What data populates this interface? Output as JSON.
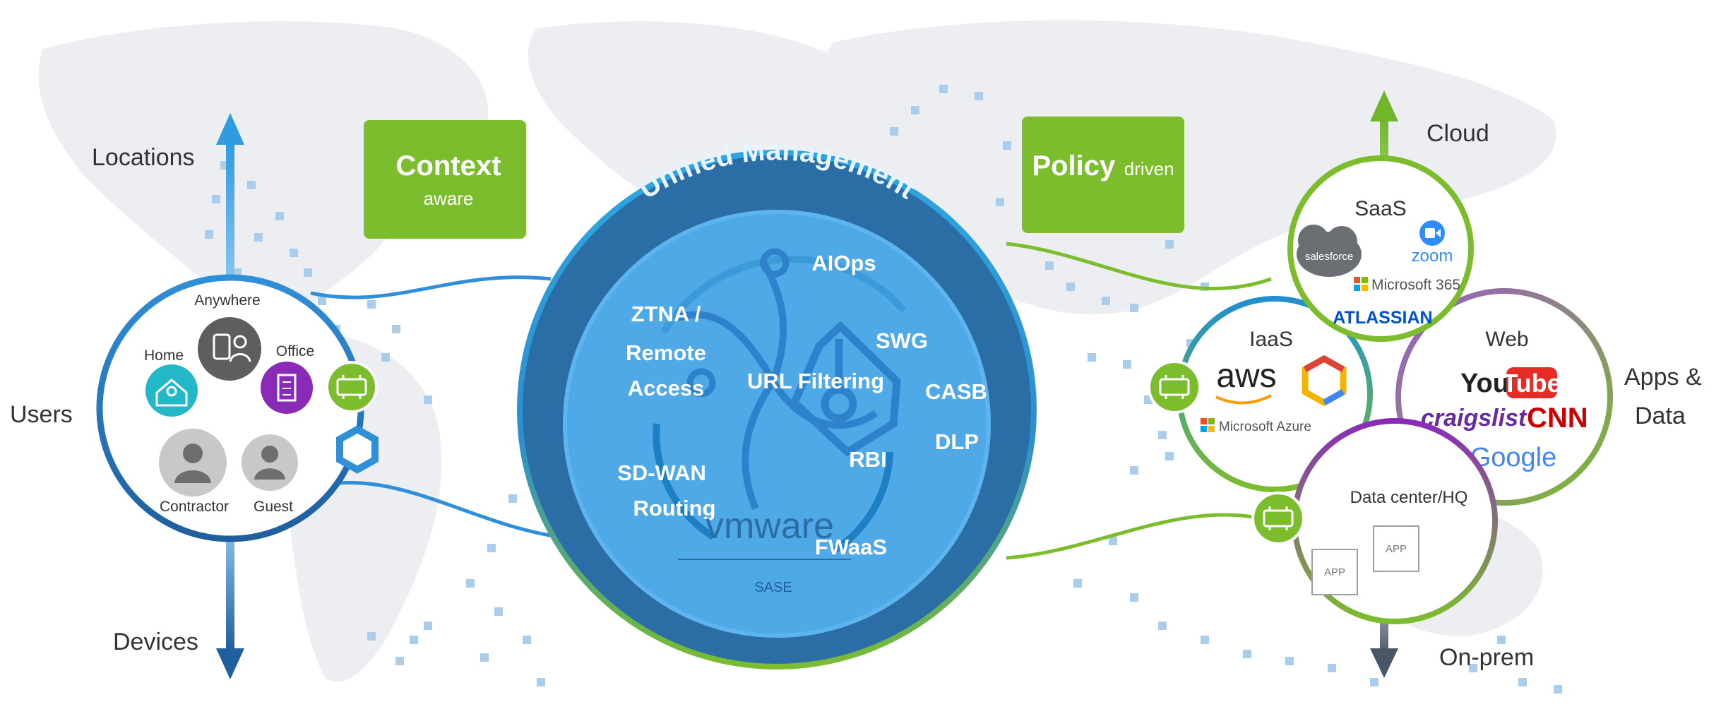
{
  "colors": {
    "green": "#7cbd2e",
    "blue": "#2f8fd8",
    "dark_blue": "#1f5f9e",
    "inner_blue": "#55aee8",
    "core_dark": "#2b6ea6",
    "purple": "#8a2bb8",
    "teal": "#22b8c8",
    "gray": "#666666",
    "map_gray": "#eceef2",
    "dot_blue": "#a9cdea"
  },
  "left": {
    "users": "Users",
    "locations": "Locations",
    "devices": "Devices",
    "nodes": {
      "anywhere": "Anywhere",
      "home": "Home",
      "office": "Office",
      "contractor": "Contractor",
      "guest": "Guest"
    }
  },
  "badges": {
    "context_main": "Context",
    "context_sub": "aware",
    "policy_main": "Policy",
    "policy_sub": "driven"
  },
  "center": {
    "title": "Unified Management",
    "services": {
      "aiops": "AIOps",
      "ztna_1": "ZTNA /",
      "ztna_2": "Remote",
      "ztna_3": "Access",
      "swg": "SWG",
      "url": "URL Filtering",
      "casb": "CASB",
      "dlp": "DLP",
      "rbi": "RBI",
      "sdwan_1": "SD-WAN",
      "sdwan_2": "Routing",
      "fwaas": "FWaaS"
    },
    "brand": "vmware",
    "brand_sub": "SASE"
  },
  "right": {
    "cloud": "Cloud",
    "on_prem": "On-prem",
    "apps_1": "Apps &",
    "apps_2": "Data",
    "saas": {
      "title": "SaaS",
      "salesforce": "salesforce",
      "zoom": "zoom",
      "m365": "Microsoft 365",
      "atlassian": "ATLASSIAN"
    },
    "iaas": {
      "title": "IaaS",
      "aws": "aws",
      "azure": "Microsoft Azure"
    },
    "web": {
      "title": "Web",
      "you": "You",
      "tube": "Tube",
      "craigslist": "craigslist",
      "cnn": "CNN",
      "google": "Google"
    },
    "dc": {
      "title": "Data center/HQ",
      "app1": "APP",
      "app2": "APP"
    }
  }
}
